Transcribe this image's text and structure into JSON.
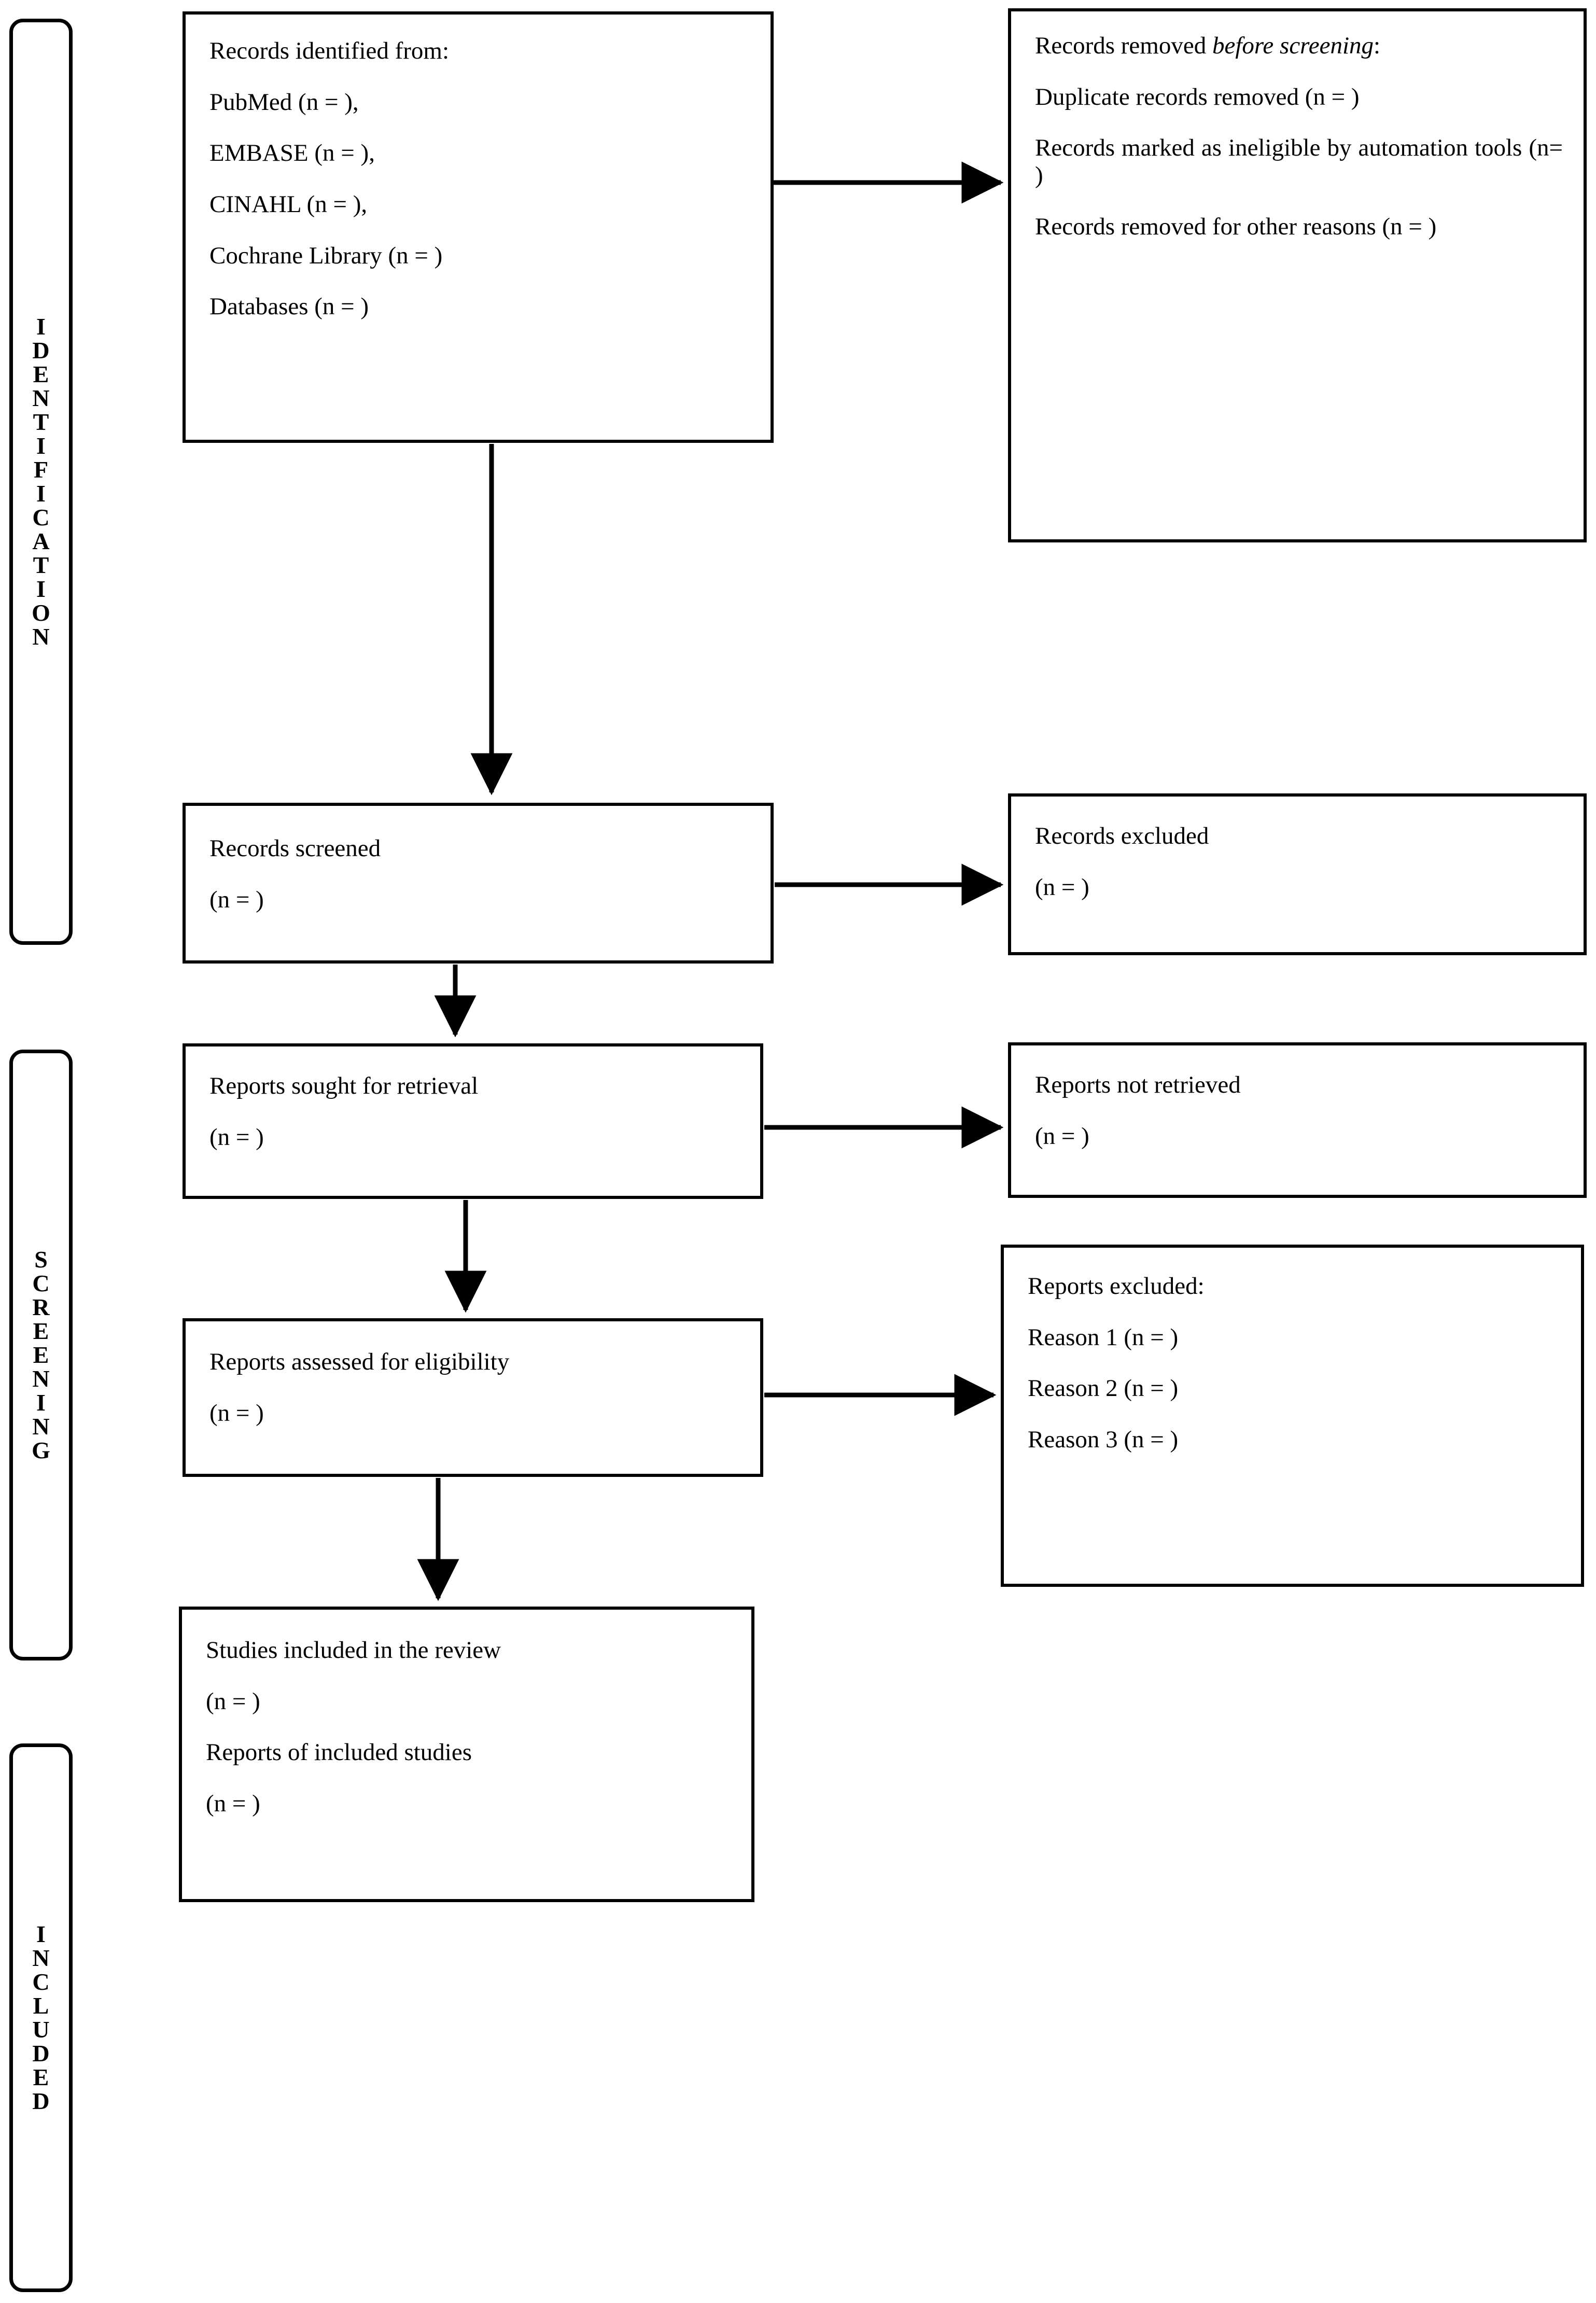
{
  "diagram": {
    "type": "flowchart",
    "title": "PRISMA 2020 flow diagram",
    "accent_color": "#000000",
    "background_color": "#ffffff"
  },
  "phases": [
    {
      "name": "identification",
      "label": "IDENTIFICATION",
      "letters": [
        "I",
        "D",
        "E",
        "N",
        "T",
        "I",
        "F",
        "I",
        "C",
        "A",
        "T",
        "I",
        "O",
        "N"
      ]
    },
    {
      "name": "screening",
      "label": "SCREENING",
      "letters": [
        "S",
        "C",
        "R",
        "E",
        "E",
        "N",
        "I",
        "N",
        "G"
      ]
    },
    {
      "name": "included",
      "label": "INCLUDED",
      "letters": [
        "I",
        "N",
        "C",
        "L",
        "U",
        "D",
        "E",
        "D"
      ]
    }
  ],
  "nodes": {
    "records_identified": {
      "lines": [
        "Records identified from:",
        "PubMed (n = ),",
        "EMBASE (n = ),",
        "CINAHL (n = ),",
        "Cochrane Library (n = )",
        "Databases (n = )"
      ]
    },
    "records_removed": {
      "heading_prefix": "Records removed ",
      "heading_italic": "before screening",
      "heading_suffix": ":",
      "lines": [
        "Duplicate records removed (n = )",
        "Records marked as ineligible by automation tools (n= )",
        "Records removed for other reasons (n = )"
      ]
    },
    "records_screened": {
      "lines": [
        "Records screened",
        "(n = )"
      ]
    },
    "records_excluded": {
      "lines": [
        "Records excluded",
        "(n = )"
      ]
    },
    "reports_sought": {
      "lines": [
        "Reports sought for retrieval",
        "(n = )"
      ]
    },
    "reports_not_retrieved": {
      "lines": [
        "Reports not retrieved",
        "(n = )"
      ]
    },
    "reports_assessed": {
      "lines": [
        "Reports assessed for eligibility",
        "(n = )"
      ]
    },
    "reports_excluded": {
      "lines": [
        "Reports excluded:",
        "Reason 1 (n = )",
        "Reason 2 (n = )",
        "Reason 3 (n = )"
      ]
    },
    "studies_included": {
      "lines": [
        "Studies included in the review",
        "(n = )",
        "Reports of included studies",
        "(n = )"
      ]
    }
  }
}
